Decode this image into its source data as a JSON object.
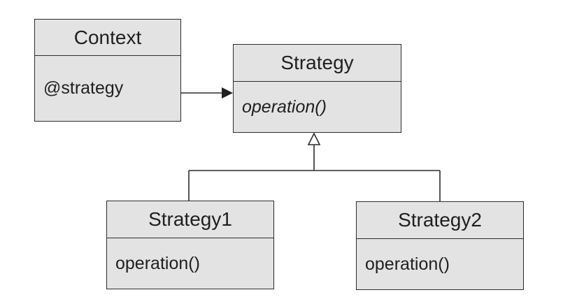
{
  "classes": {
    "context": {
      "name": "Context",
      "member": "@strategy"
    },
    "strategy": {
      "name": "Strategy",
      "member": "operation()"
    },
    "strategy1": {
      "name": "Strategy1",
      "member": "operation()"
    },
    "strategy2": {
      "name": "Strategy2",
      "member": "operation()"
    }
  },
  "colors": {
    "box_fill": "#e3e3e3",
    "line": "#2c2c2c",
    "text": "#1f1f1f"
  }
}
